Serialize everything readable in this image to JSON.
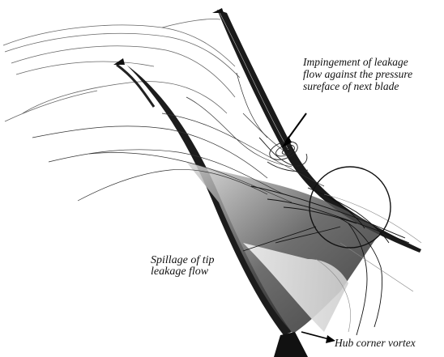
{
  "annotations": {
    "impingement": [
      "Impingement of leakage",
      "flow against the pressure",
      "sureface of next blade"
    ],
    "spillage": [
      "Spillage of tip",
      "leakage flow"
    ],
    "hub_vortex": "Hub corner vortex"
  }
}
